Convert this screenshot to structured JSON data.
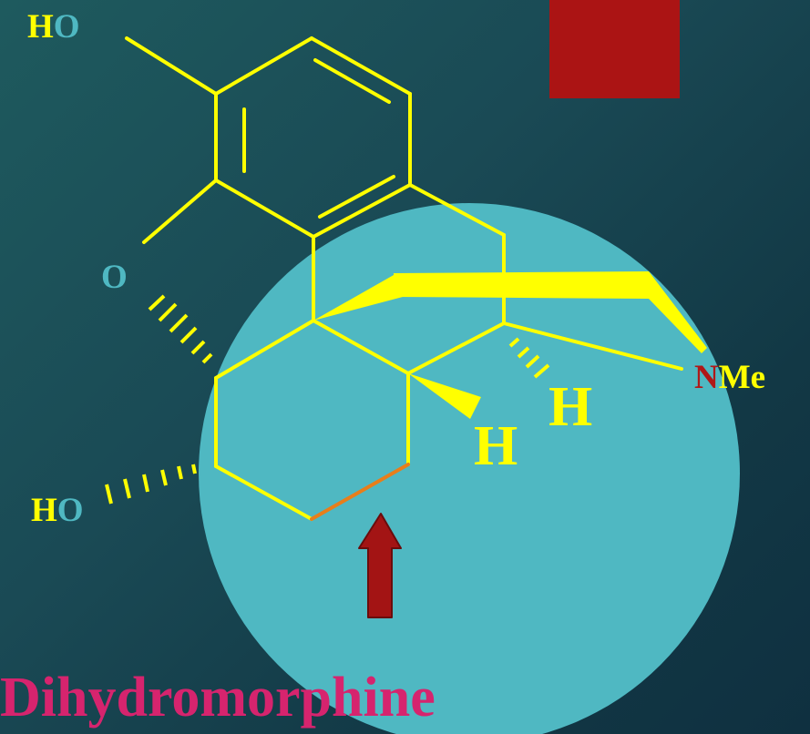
{
  "colors": {
    "bond": "#ffff00",
    "highlight_bond": "#e87e1a",
    "circle": "#4fb8c2",
    "oxygen": "#4fb8c2",
    "hydrogen": "#ffff00",
    "nitrogen": "#b01818",
    "red_box": "#ab1414",
    "arrow": "#a31414",
    "caption": "#d6246e"
  },
  "labels": {
    "ho_top_h": "H",
    "ho_top_o": "O",
    "bridge_o": "O",
    "ho_bottom_h": "H",
    "ho_bottom_o": "O",
    "nme_n": "N",
    "nme_me": "Me",
    "h_right": "H",
    "h_center": "H"
  },
  "caption": "Dihydromorphine",
  "icons": {
    "marker": "red-square-icon",
    "pointer": "up-arrow-icon"
  }
}
